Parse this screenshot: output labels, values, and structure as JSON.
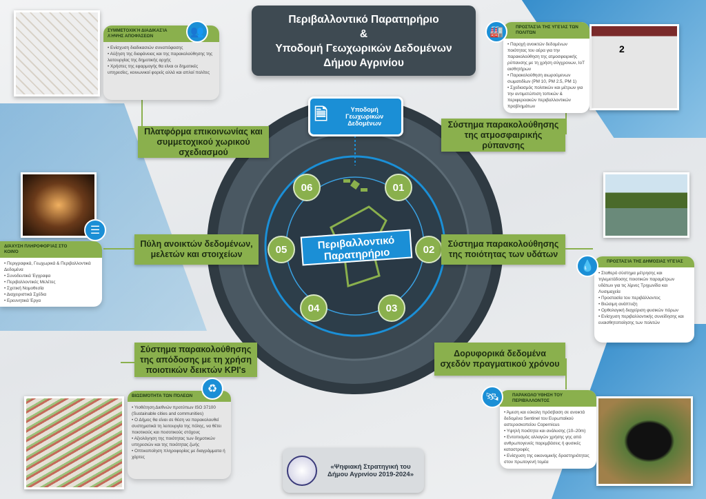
{
  "title": {
    "line1": "Περιβαλλοντικό Παρατηρήριο",
    "line2": "&",
    "line3": "Υποδομή Γεωχωρικών Δεδομένων",
    "line4": "Δήμου Αγρινίου"
  },
  "hub": {
    "label": "Περιβαλλοντικό Παρατηρήριο",
    "badge": "Υποδομή Γεωχωρικών Δεδομένων"
  },
  "modules": [
    {
      "num": "01",
      "label": "Σύστημα παρακολούθησης της ατμοσφαιρικής ρύπανσης"
    },
    {
      "num": "02",
      "label": "Σύστημα παρακολούθησης της ποιότητας των υδάτων"
    },
    {
      "num": "03",
      "label": "Δορυφορικά δεδομένα σχεδόν πραγματικού χρόνου"
    },
    {
      "num": "04",
      "label": "Σύστημα παρακολούθησης της απόδοσης με τη χρήση ποιοτικών δεικτών KPI's"
    },
    {
      "num": "05",
      "label": "Πύλη ανοικτών δεδομένων, μελετών και στοιχείων"
    },
    {
      "num": "06",
      "label": "Πλατφόρμα επικοινωνίας και συμμετοχικού χωρικού σχεδιασμού"
    }
  ],
  "cards": {
    "participation": {
      "title": "Συμμετοχική διαδικασία λήψης αποφάσεων",
      "items": [
        "Ενίσχυση διαδικασιών συναπόφασης",
        "Αύξηση της διαφάνειας και της παρακολούθησης της λειτουργίας της δημοτικής αρχής",
        "Χρήστες της εφαρμογής θα είναι οι δημοτικές υπηρεσίες, κοινωνικοί φορείς αλλά και απλοί πολίτες"
      ]
    },
    "health": {
      "title": "Προστασία της υγείας των πολιτών",
      "items": [
        "Παροχή ανοικτών δεδομένων ποιότητας του αέρα για την παρακολούθηση της ατμοσφαιρικής ρύπανσης με τη χρήση σύγχρονων, IoT αισθητήρων",
        "Παρακολούθηση αιωρούμενων σωματιδίων (PM 10, PM 2.5, PM 1)",
        "Σχεδιασμός πολιτικών και μέτρων για την αντιμετώπιση τοπικών & περιφερειακών περιβαλλοντικών προβλημάτων"
      ]
    },
    "info": {
      "title": "Διάχυση πληροφορίας στο κοινό",
      "items": [
        "Περιγραφικά, Γεωχωρικά & Περιβαλλοντικά Δεδομένα",
        "Συνοδευτικά Έγγραφα",
        "Περιβαλλοντικές Μελέτες",
        "Σχετική Νομοθεσία",
        "Διαχειριστικά Σχέδια",
        "Ερευνητικά Έργα"
      ]
    },
    "publichealth": {
      "title": "Προστασία της δημόσιας υγείας",
      "items": [
        "Σταθερό σύστημα μέτρησης και τηλεμετάδοσης ποιοτικών παραμέτρων υδάτων για τις λίμνες Τριχωνίδα και Λυσιμαχεία",
        "Προστασία του περιβάλλοντος",
        "Βιώσιμη ανάπτυξη",
        "Ορθολογική διαχείριση φυσικών πόρων",
        "Ενίσχυση περιβαλλοντικής συνείδησης και ευαισθητοποίησης των πολιτών"
      ]
    },
    "sustainability": {
      "title": "Βιωσιμότητα των πόλεων",
      "items": [
        "Υιοθέτηση Διεθνών προτύπων ISO 37100 (Sustainable cities and communities)",
        "Ο Δήμος θα είναι σε θέση να παρακολουθεί συστηματικά τη λειτουργία της πόλης, να θέτει ποιοτικούς και ποσοτικούς στόχους",
        "Αξιολόγηση της ποιότητας των δημοτικών υπηρεσιών και της ποιότητας ζωής",
        "Οπτικοποίηση πληροφορίας με διαγράμματα ή χάρτες"
      ]
    },
    "environment": {
      "title": "Παρακολούθηση του περιβάλλοντος",
      "items": [
        "Άμεση και εύκολη πρόσβαση σε ανοικτά δεδομένα Sentinel του Ευρωπαϊκού αστεροσκοπείου Copernicus",
        "Υψηλή ποιότητα και ανάλυσης (10–20m)",
        "Εντοπισμός αλλαγών χρήσης γης από ανθρωπογενείς παρεμβάσεις ή φυσικές καταστροφές",
        "Ενίσχυση της οικονομικής δραστηριότητας στον πρωτογενή τομέα"
      ]
    }
  },
  "footer": {
    "quote": "«Ψηφιακή Στρατηγική του Δήμου Αγρινίου 2019-2024»"
  },
  "screenshot": {
    "value": "2"
  },
  "colors": {
    "green": "#8ab04d",
    "dark": "#3e4a52",
    "blue": "#1b8fd6"
  }
}
